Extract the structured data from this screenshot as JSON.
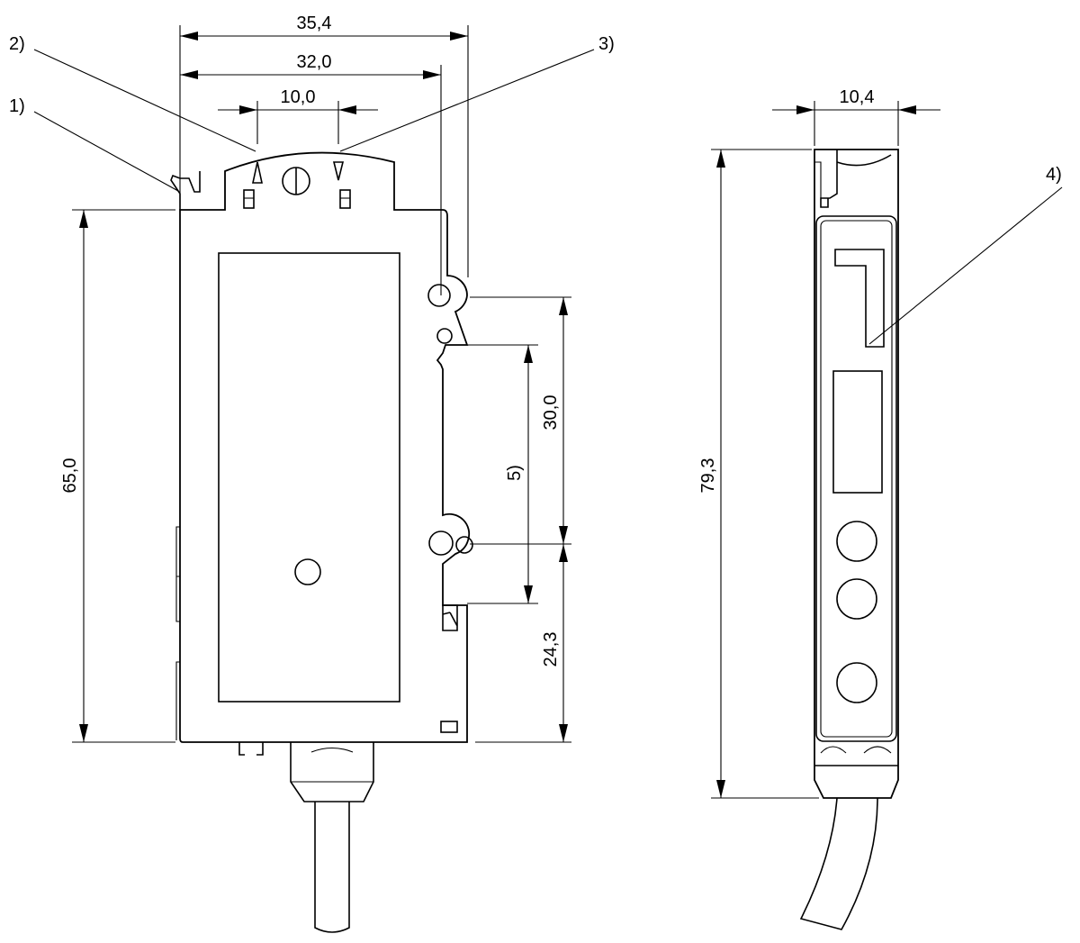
{
  "dimensions": {
    "front_width_outer": "35,4",
    "front_width_inner": "32,0",
    "front_key_spacing": "10,0",
    "front_height": "65,0",
    "front_hole_spacing": "30,0",
    "front_bottom_offset": "24,3",
    "side_width": "10,4",
    "side_height": "79,3"
  },
  "callouts": {
    "c1": "1)",
    "c2": "2)",
    "c3": "3)",
    "c4": "4)",
    "c5": "5)"
  }
}
